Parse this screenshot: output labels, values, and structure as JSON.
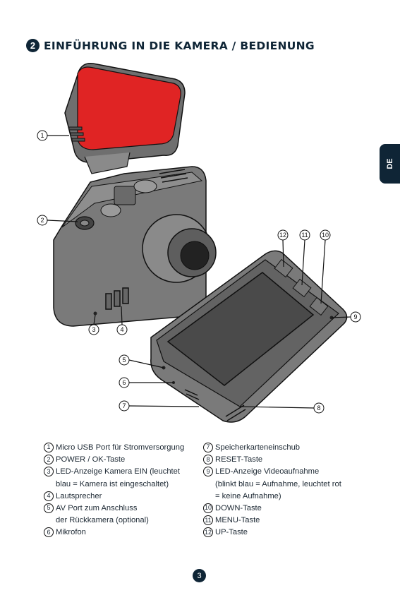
{
  "header": {
    "section_number": "2",
    "title": "EINFÜHRUNG IN DIE KAMERA / BEDIENUNG"
  },
  "side_tab": {
    "language": "DE"
  },
  "callouts": [
    "1",
    "2",
    "3",
    "4",
    "5",
    "6",
    "7",
    "8",
    "9",
    "10",
    "11",
    "12"
  ],
  "legend_left": [
    {
      "num": "1",
      "text": "Micro USB Port für Stromversorgung"
    },
    {
      "num": "2",
      "text": "POWER / OK-Taste"
    },
    {
      "num": "3",
      "text": "LED-Anzeige Kamera EIN (leuchtet\nblau = Kamera ist eingeschaltet)"
    },
    {
      "num": "4",
      "text": "Lautsprecher"
    },
    {
      "num": "5",
      "text": "AV Port zum Anschluss\nder Rückkamera (optional)"
    },
    {
      "num": "6",
      "text": "Mikrofon"
    }
  ],
  "legend_right": [
    {
      "num": "7",
      "text": "Speicherkarteneinschub"
    },
    {
      "num": "8",
      "text": "RESET-Taste"
    },
    {
      "num": "9",
      "text": "LED-Anzeige Videoaufnahme\n(blinkt blau = Aufnahme, leuchtet rot\n= keine Aufnahme)"
    },
    {
      "num": "10",
      "text": "DOWN-Taste"
    },
    {
      "num": "11",
      "text": "MENU-Taste"
    },
    {
      "num": "12",
      "text": "UP-Taste"
    }
  ],
  "page_number": "3",
  "colors": {
    "navy": "#0f2536",
    "adhesive_red": "#e02424",
    "body_gray": "#7a7a7a"
  }
}
